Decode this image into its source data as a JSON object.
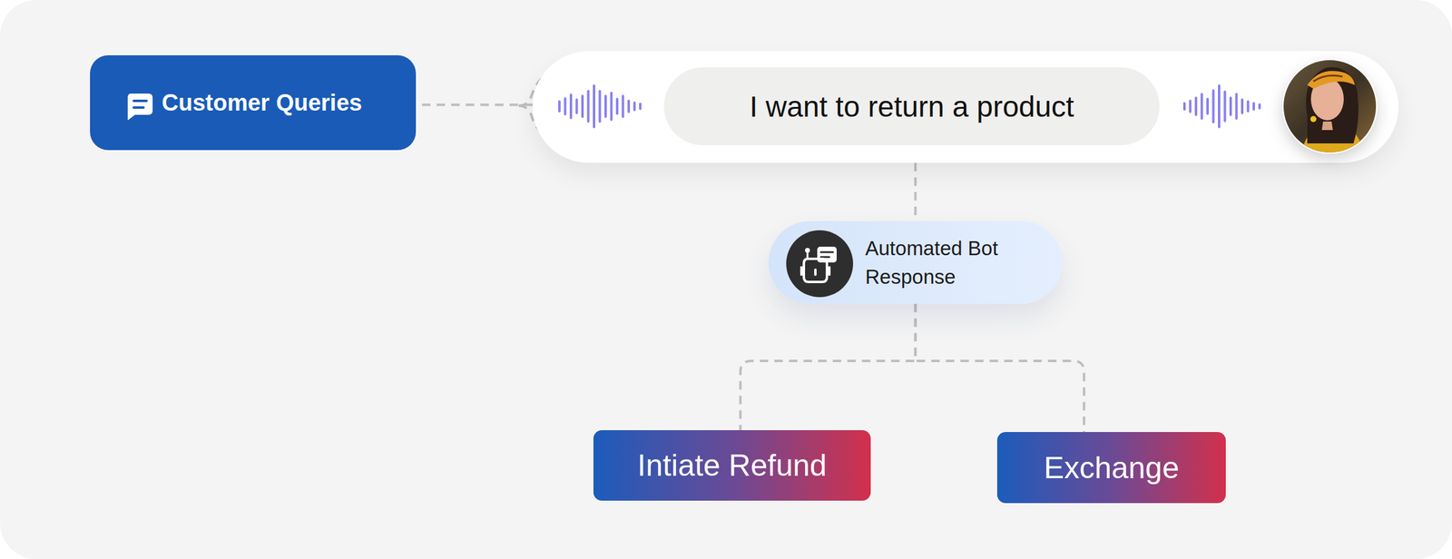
{
  "diagram": {
    "nodes": [
      {
        "text": [
          "Customer Queries"
        ]
      },
      {
        "text": [
          "I want to return a product"
        ]
      },
      {
        "text": [
          "Automated Bot Response"
        ]
      },
      {
        "text": [
          "Intiate Refund"
        ]
      },
      {
        "text": [
          "Exchange"
        ]
      }
    ],
    "edges": [
      {
        "from": 0,
        "to": 1,
        "arrow": "none"
      },
      {
        "from": 1,
        "to": 2,
        "arrow": "none"
      },
      {
        "from": 2,
        "to": 3,
        "arrow": "none"
      },
      {
        "from": 2,
        "to": 4,
        "arrow": "none"
      }
    ]
  }
}
